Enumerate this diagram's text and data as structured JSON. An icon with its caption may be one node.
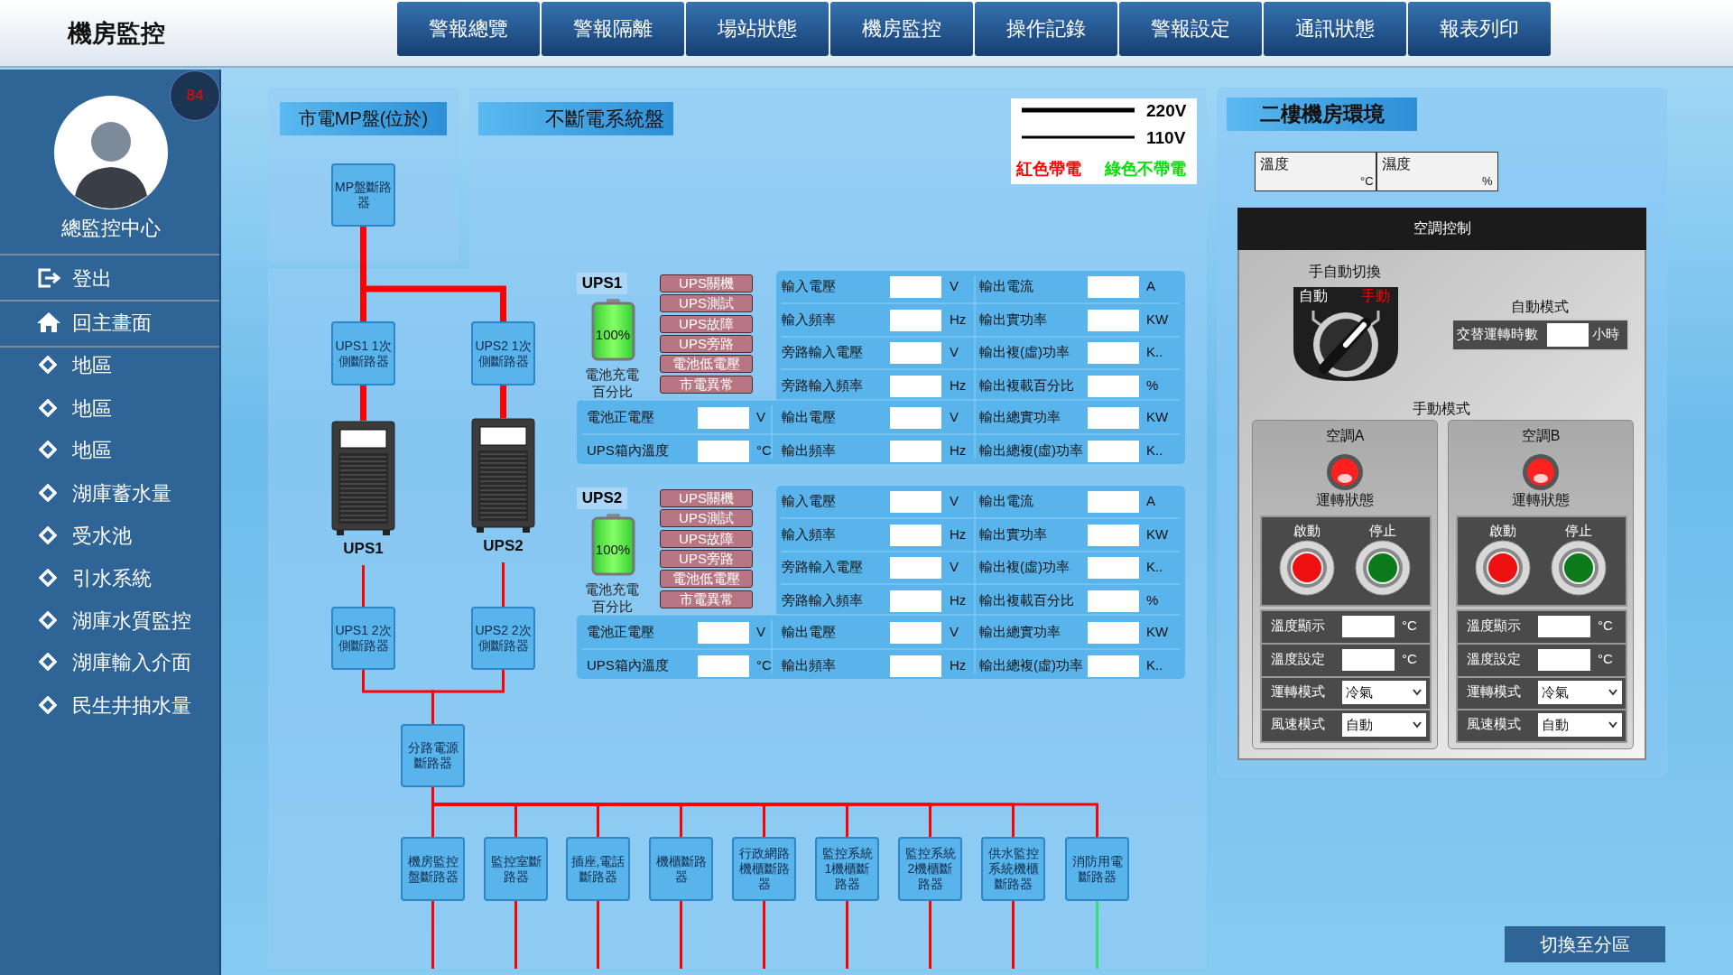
{
  "diagram": {
    "title": "機房監控",
    "nodes": [
      {
        "text": [
          "市電MP盤(位於)"
        ]
      },
      {
        "text": [
          "MP盤斷路器"
        ],
        "in": 0
      },
      {
        "text": [
          "UPS1 1次側斷路器"
        ]
      },
      {
        "text": [
          "UPS2 1次側斷路器"
        ]
      },
      {
        "text": [
          "UPS1"
        ]
      },
      {
        "text": [
          "UPS2"
        ]
      },
      {
        "text": [
          "UPS1 2次側斷路器"
        ]
      },
      {
        "text": [
          "UPS2 2次側斷路器"
        ]
      },
      {
        "text": [
          "分路電源斷路器"
        ]
      },
      {
        "text": [
          "機房監控盤斷路器"
        ]
      },
      {
        "text": [
          "監控室斷路器"
        ]
      },
      {
        "text": [
          "插座,電話斷路器"
        ]
      },
      {
        "text": [
          "機櫃斷路器"
        ]
      },
      {
        "text": [
          "行政網路機櫃斷路器"
        ]
      },
      {
        "text": [
          "監控系統1機櫃斷路器"
        ]
      },
      {
        "text": [
          "監控系統2機櫃斷路器"
        ]
      },
      {
        "text": [
          "供水監控系統機櫃斷路器"
        ]
      },
      {
        "text": [
          "消防用電斷路器"
        ]
      }
    ],
    "edges": [
      {
        "from": 1,
        "to": 2,
        "arrow": "none",
        "style": "thick"
      },
      {
        "from": 1,
        "to": 3,
        "arrow": "none",
        "style": "thick"
      },
      {
        "from": 2,
        "to": 4,
        "arrow": "none",
        "style": "thick"
      },
      {
        "from": 3,
        "to": 5,
        "arrow": "none",
        "style": "thick"
      },
      {
        "from": 4,
        "to": 6,
        "arrow": "none"
      },
      {
        "from": 5,
        "to": 7,
        "arrow": "none"
      },
      {
        "from": 6,
        "to": 8,
        "arrow": "none"
      },
      {
        "from": 7,
        "to": 8,
        "arrow": "none"
      },
      {
        "from": 8,
        "to": 9,
        "arrow": "none"
      },
      {
        "from": 8,
        "to": 10,
        "arrow": "none"
      },
      {
        "from": 8,
        "to": 11,
        "arrow": "none"
      },
      {
        "from": 8,
        "to": 12,
        "arrow": "none"
      },
      {
        "from": 8,
        "to": 13,
        "arrow": "none"
      },
      {
        "from": 8,
        "to": 14,
        "arrow": "none"
      },
      {
        "from": 8,
        "to": 15,
        "arrow": "none"
      },
      {
        "from": 8,
        "to": 16,
        "arrow": "none"
      },
      {
        "from": 8,
        "to": 17,
        "arrow": "none"
      },
      {
        "from": 9,
        "to": null,
        "arrow": "none"
      },
      {
        "from": 10,
        "to": null,
        "arrow": "none"
      },
      {
        "from": 11,
        "to": null,
        "arrow": "none"
      },
      {
        "from": 12,
        "to": null,
        "arrow": "none"
      },
      {
        "from": 13,
        "to": null,
        "arrow": "none"
      },
      {
        "from": 14,
        "to": null,
        "arrow": "none"
      },
      {
        "from": 15,
        "to": null,
        "arrow": "none"
      },
      {
        "from": 16,
        "to": null,
        "arrow": "none"
      },
      {
        "from": 17,
        "to": null,
        "arrow": "none",
        "color": "#33dd77"
      }
    ],
    "labels": [
      "警報總覽",
      "警報隔離",
      "場站狀態",
      "機房監控",
      "操作記錄",
      "警報設定",
      "通訊狀態",
      "報表列印",
      "84",
      "總監控中心",
      "登出",
      "回主畫面",
      "地區",
      "地區",
      "地區",
      "湖庫蓄水量",
      "受水池",
      "引水系統",
      "湖庫水質監控",
      "湖庫輸入介面",
      "民生井抽水量",
      "不斷電系統盤",
      "UPS1",
      "UPS關機",
      "UPS測試",
      "UPS故障",
      "UPS旁路",
      "電池低電壓",
      "市電異常",
      "100%",
      "電池充電百分比",
      "輸入電壓",
      "V",
      "輸出電流",
      "A",
      "輸入頻率",
      "Hz",
      "輸出實功率",
      "KW",
      "旁路輸入電壓",
      "V",
      "輸出複(虛)功率",
      "K..",
      "旁路輸入頻率",
      "Hz",
      "輸出複載百分比",
      "%",
      "電池正電壓",
      "V",
      "輸出電壓",
      "V",
      "輸出總實功率",
      "KW",
      "UPS箱內溫度",
      "°C",
      "輸出頻率",
      "Hz",
      "輸出總複(虛)功率",
      "K..",
      "UPS2",
      "UPS關機",
      "UPS測試",
      "UPS故障",
      "UPS旁路",
      "電池低電壓",
      "市電異常",
      "100%",
      "電池充電百分比",
      "輸入電壓",
      "V",
      "輸出電流",
      "A",
      "輸入頻率",
      "Hz",
      "輸出實功率",
      "KW",
      "旁路輸入電壓",
      "V",
      "輸出複(虛)功率",
      "K..",
      "旁路輸入頻率",
      "Hz",
      "輸出複載百分比",
      "%",
      "電池正電壓",
      "V",
      "輸出電壓",
      "V",
      "輸出總實功率",
      "KW",
      "UPS箱內溫度",
      "°C",
      "輸出頻率",
      "Hz",
      "輸出總複(虛)功率",
      "K..",
      "二樓機房環境",
      "溫度",
      "°C",
      "濕度",
      "%",
      "空調控制",
      "手自動切換",
      "自動",
      "手動",
      "自動模式",
      "交替運轉時數",
      "小時",
      "手動模式",
      "空調A",
      "運轉狀態",
      "啟動",
      "停止",
      "溫度顯示",
      "°C",
      "溫度設定",
      "°C",
      "運轉模式",
      "冷氣",
      "風速模式",
      "自動",
      "空調B",
      "運轉狀態",
      "啟動",
      "停止",
      "溫度顯示",
      "°C",
      "溫度設定",
      "°C",
      "運轉模式",
      "冷氣",
      "風速模式",
      "自動",
      "切換至分區"
    ],
    "legend": [
      {
        "text": "220V"
      },
      {
        "text": "110V"
      },
      {
        "text": "紅色帶電",
        "color": "#ff0000"
      },
      {
        "text": "綠色不帶電",
        "color": "#00e000"
      }
    ]
  }
}
